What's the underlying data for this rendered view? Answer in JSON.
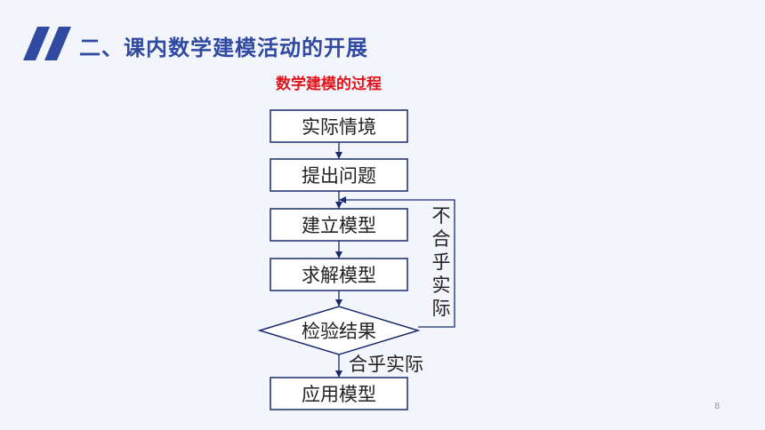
{
  "header": {
    "title": "二、课内数学建模活动的开展",
    "accent_color": "#2f4aa0",
    "icon": "double-slash-icon"
  },
  "diagram": {
    "title": "数学建模的过程",
    "title_color": "#e0141b",
    "stroke_color": "#1a2a6c",
    "nodes": {
      "situation": "实际情境",
      "question": "提出问题",
      "build": "建立模型",
      "solve": "求解模型",
      "check": "检验结果",
      "apply": "应用模型"
    },
    "edge_labels": {
      "fail": [
        "不",
        "合",
        "乎",
        "实",
        "际"
      ],
      "pass": "合乎实际"
    }
  },
  "footer": {
    "page_number": "8"
  }
}
